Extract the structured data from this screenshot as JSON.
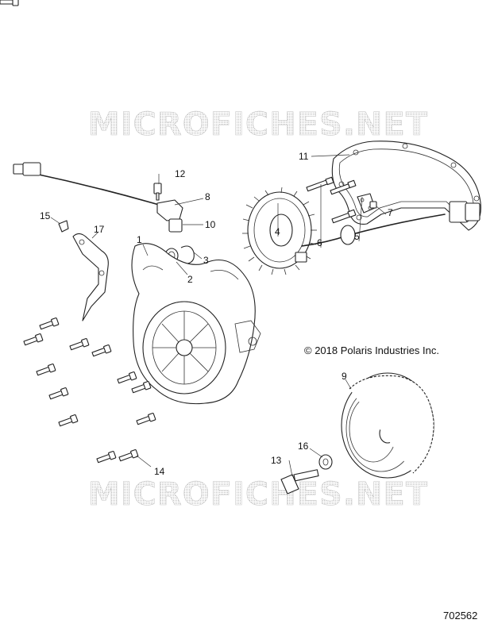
{
  "watermark": {
    "text": "MICROFICHES.NET"
  },
  "copyright": "© 2018 Polaris Industries Inc.",
  "document_number": "702562",
  "callouts": {
    "c1": "1",
    "c2": "2",
    "c3": "3",
    "c4": "4",
    "c5": "5",
    "c6": "6",
    "c7": "7",
    "c8": "8",
    "c9": "9",
    "c10": "10",
    "c11": "11",
    "c12": "12",
    "c13": "13",
    "c14": "14",
    "c15": "15",
    "c16": "16",
    "c17": "17"
  }
}
